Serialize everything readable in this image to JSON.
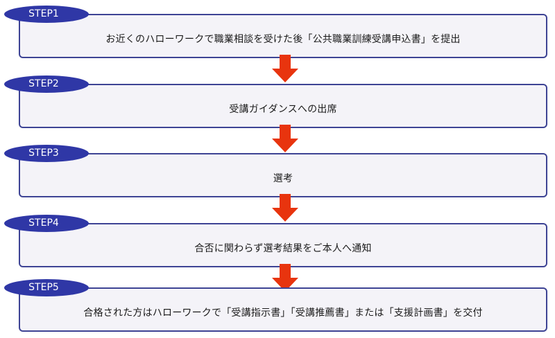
{
  "steps": [
    {
      "badge": "STEP1",
      "text": "お近くのハローワークで職業相談を受けた後「公共職業訓練受講申込書」を提出"
    },
    {
      "badge": "STEP2",
      "text": "受講ガイダンスへの出席"
    },
    {
      "badge": "STEP3",
      "text": "選考"
    },
    {
      "badge": "STEP4",
      "text": "合否に関わらず選考結果をご本人へ通知"
    },
    {
      "badge": "STEP5",
      "text": "合格された方はハローワークで「受講指示書」「受講推薦書」または「支援計画書」を交付"
    }
  ],
  "colors": {
    "badge": "#2f37a6",
    "border": "#3d4394",
    "box_fill": "#f4f3f8",
    "arrow": "#e8340e"
  }
}
